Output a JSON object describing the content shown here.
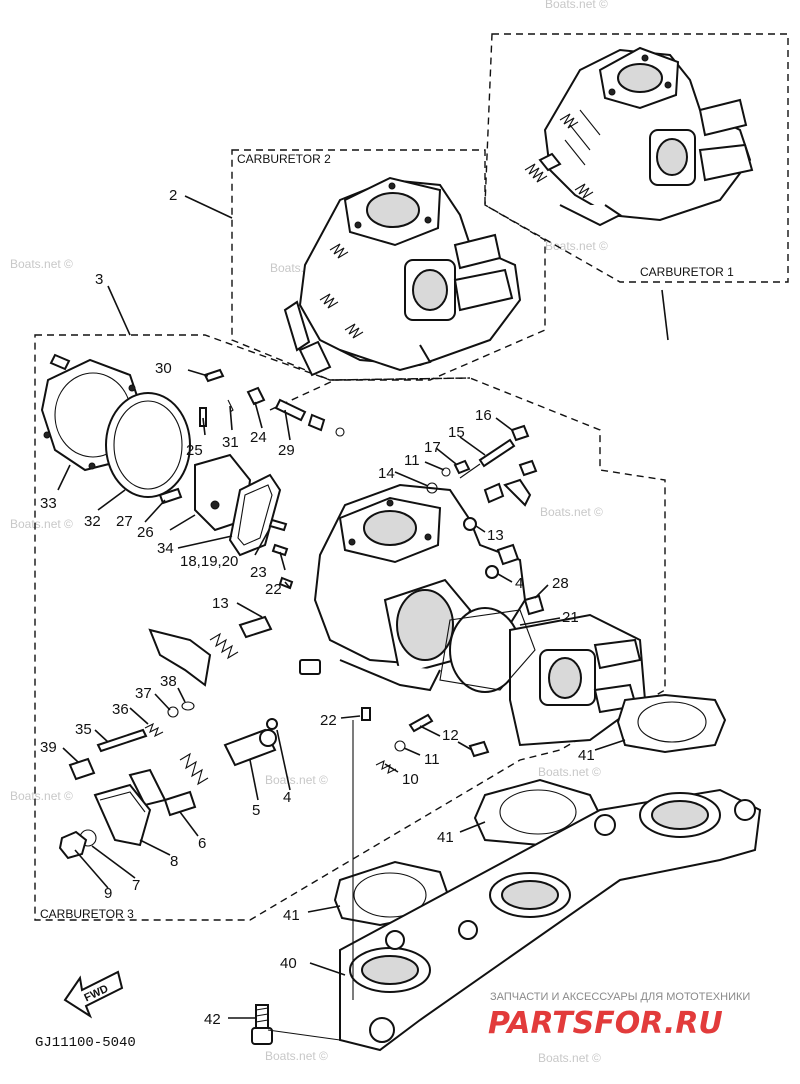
{
  "watermark": "Boats.net ©",
  "boxes": {
    "carb1": "CARBURETOR 1",
    "carb2": "CARBURETOR 2",
    "carb3": "CARBURETOR 3"
  },
  "callouts": {
    "n2": "2",
    "n3": "3",
    "n4a": "4",
    "n4b": "4",
    "n5": "5",
    "n6": "6",
    "n7": "7",
    "n8": "8",
    "n9": "9",
    "n10": "10",
    "n11a": "11",
    "n11b": "11",
    "n12": "12",
    "n13a": "13",
    "n13b": "13",
    "n14": "14",
    "n15": "15",
    "n16": "16",
    "n17": "17",
    "n21": "21",
    "n22a": "22",
    "n22b": "22",
    "n23": "23",
    "n24": "24",
    "n25": "25",
    "n26": "26",
    "n27": "27",
    "n28": "28",
    "n29": "29",
    "n30": "30",
    "n31": "31",
    "n32": "32",
    "n33": "33",
    "n34": "34",
    "n35": "35",
    "n36": "36",
    "n37": "37",
    "n38": "38",
    "n39": "39",
    "n40": "40",
    "n41a": "41",
    "n41b": "41",
    "n41c": "41",
    "n42": "42",
    "n18_19_20": "18,19,20"
  },
  "fwd_label": "FWD",
  "diagram_code": "GJ11100-5040",
  "brand": {
    "tagline": "ЗАПЧАСТИ И АКСЕССУАРЫ ДЛЯ МОТОТЕХНИКИ",
    "part1": "PARTS",
    "part2": "FOR.RU",
    "color_primary": "#e23b3b",
    "color_secondary": "#f0a0a0"
  }
}
